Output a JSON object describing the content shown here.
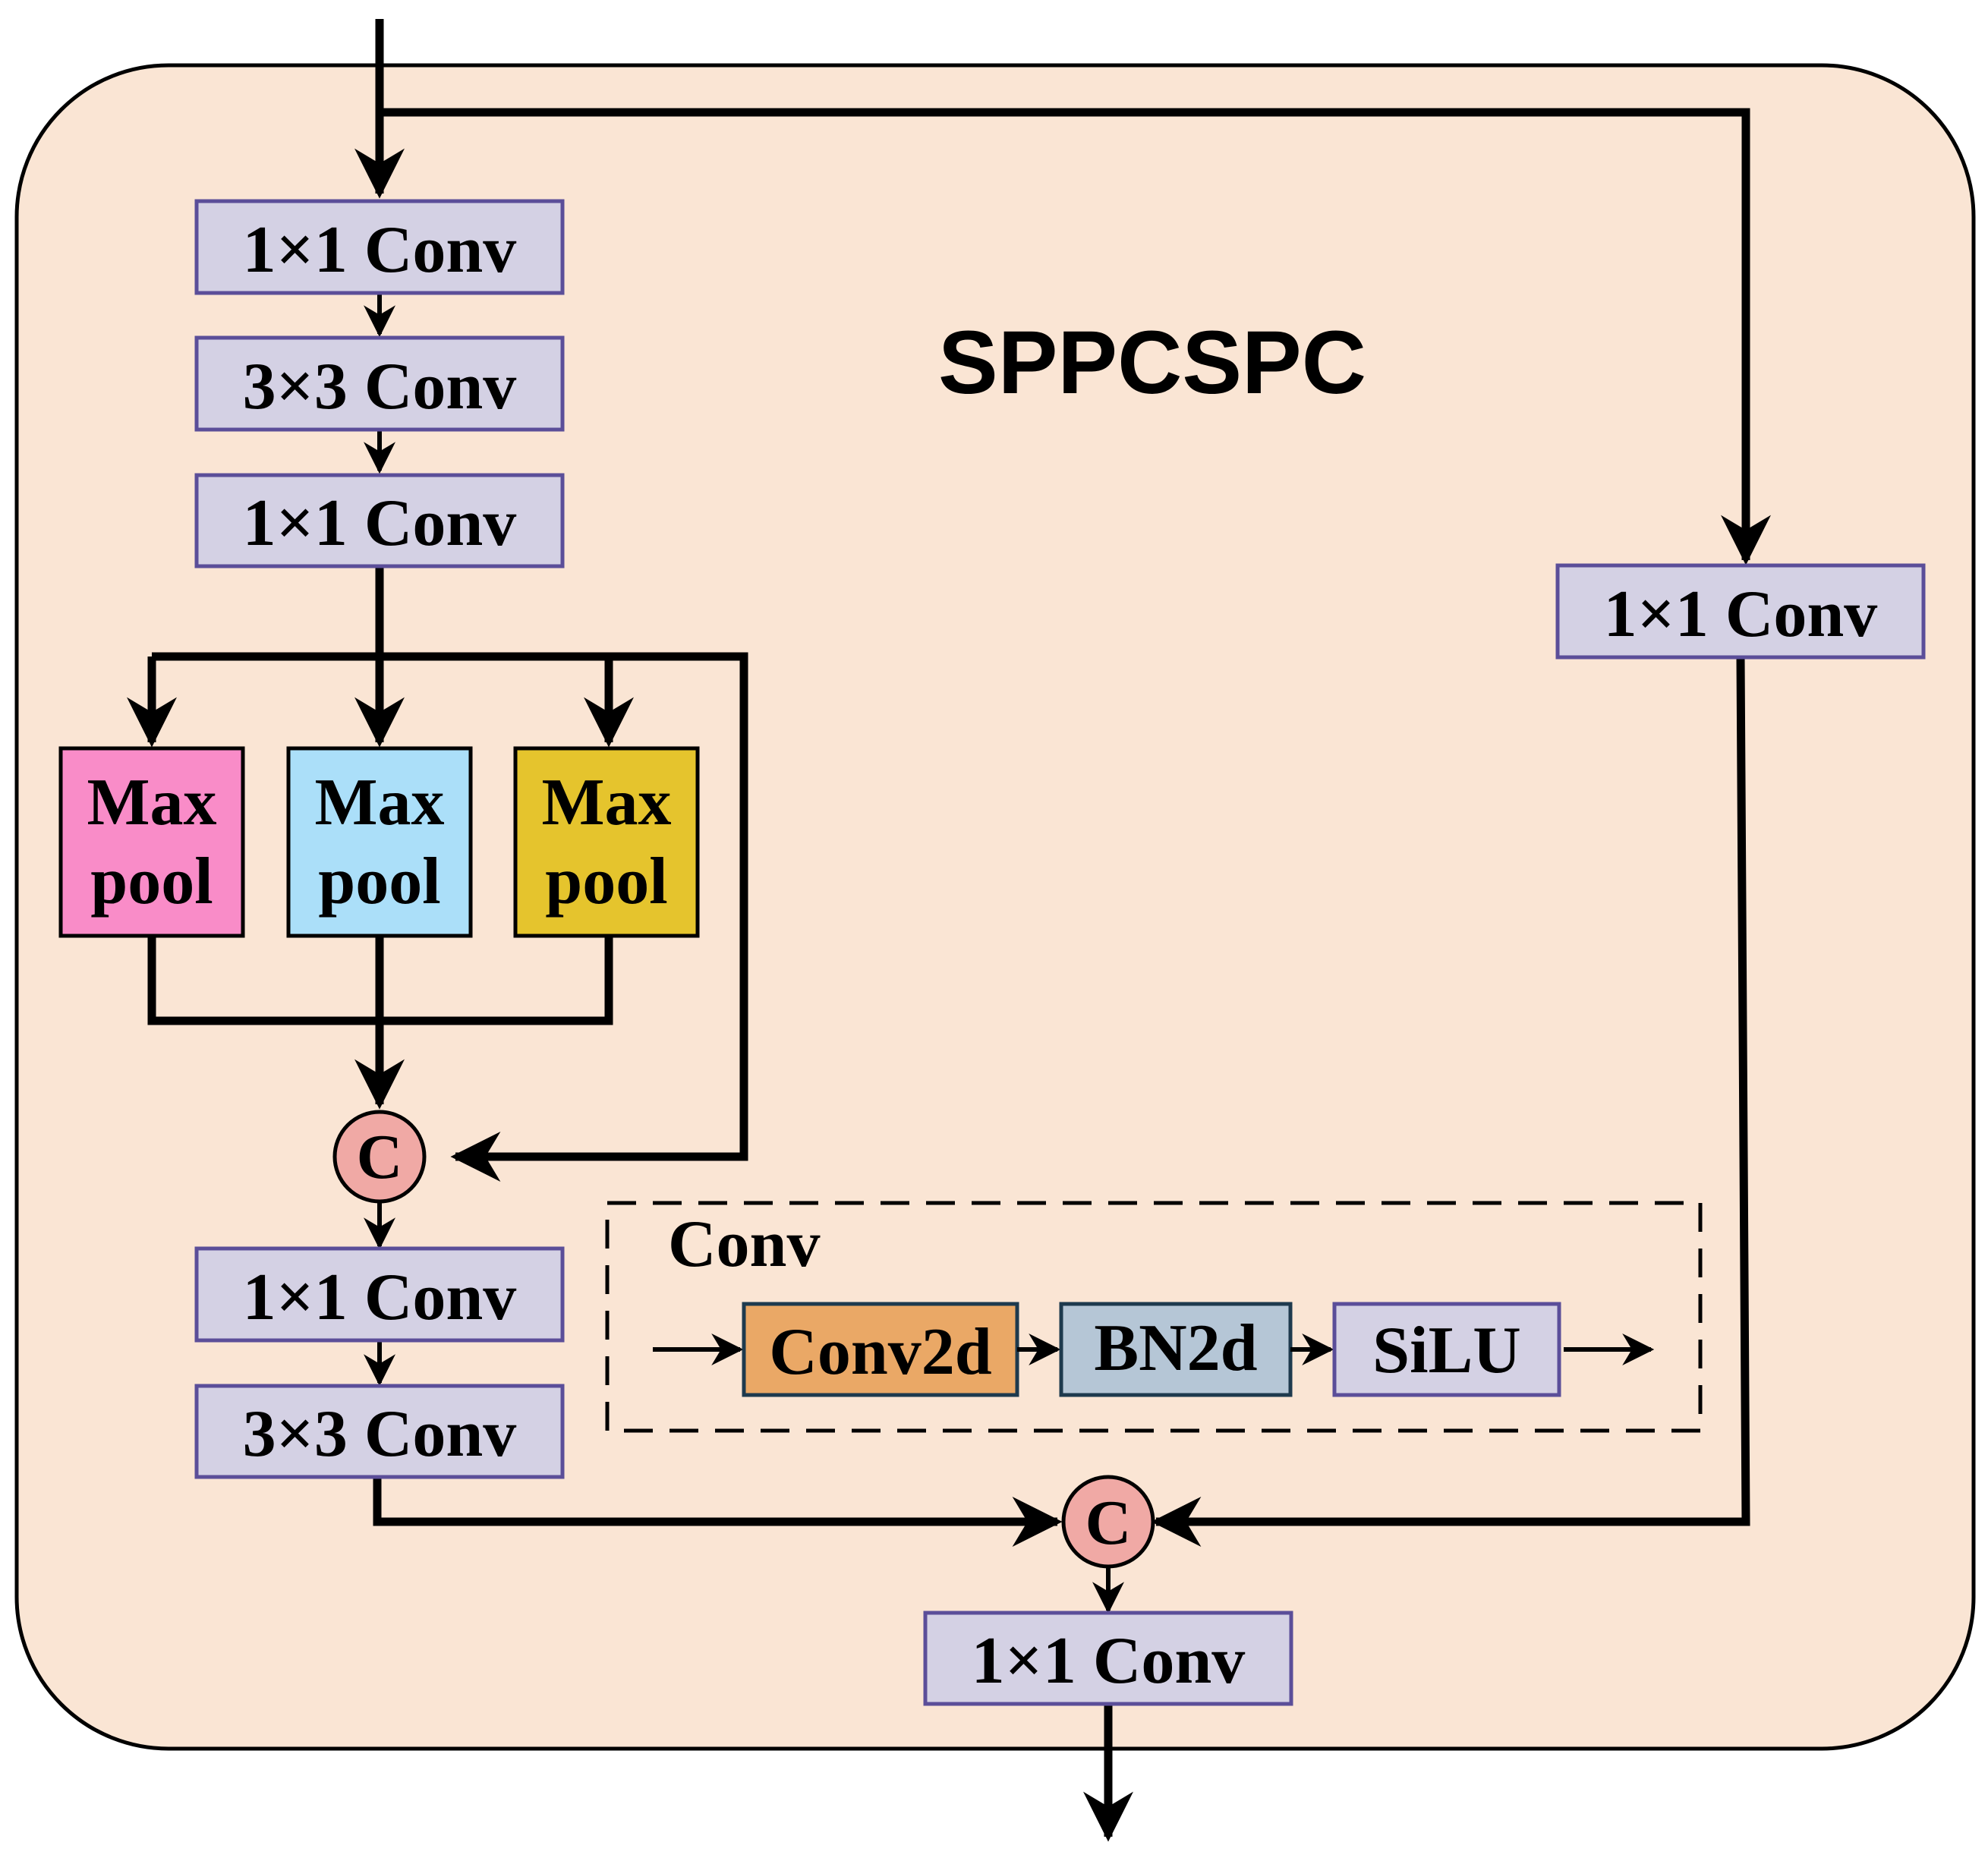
{
  "title": "SPPCSPC",
  "colors": {
    "background_panel": "#fae5d4",
    "conv_box": "#d4d1e4",
    "conv_box_border": "#5b4e99",
    "maxpool_pink": "#f98cc8",
    "maxpool_blue": "#abdff9",
    "maxpool_yellow": "#e5c42d",
    "concat_fill": "#f0a9a5",
    "conv2d_fill": "#eaa866",
    "bn2d_fill": "#b5c6d6",
    "silu_fill": "#d4d1e4"
  },
  "blocks": {
    "conv_a": "1×1 Conv",
    "conv_b": "3×3 Conv",
    "conv_c": "1×1 Conv",
    "conv_right": "1×1 Conv",
    "conv_d": "1×1 Conv",
    "conv_e": "3×3 Conv",
    "conv_out": "1×1 Conv"
  },
  "maxpools": [
    {
      "line1": "Max",
      "line2": "pool"
    },
    {
      "line1": "Max",
      "line2": "pool"
    },
    {
      "line1": "Max",
      "line2": "pool"
    }
  ],
  "concat_symbol": "C",
  "conv_legend": {
    "label": "Conv",
    "steps": [
      "Conv2d",
      "BN2d",
      "SiLU"
    ]
  }
}
